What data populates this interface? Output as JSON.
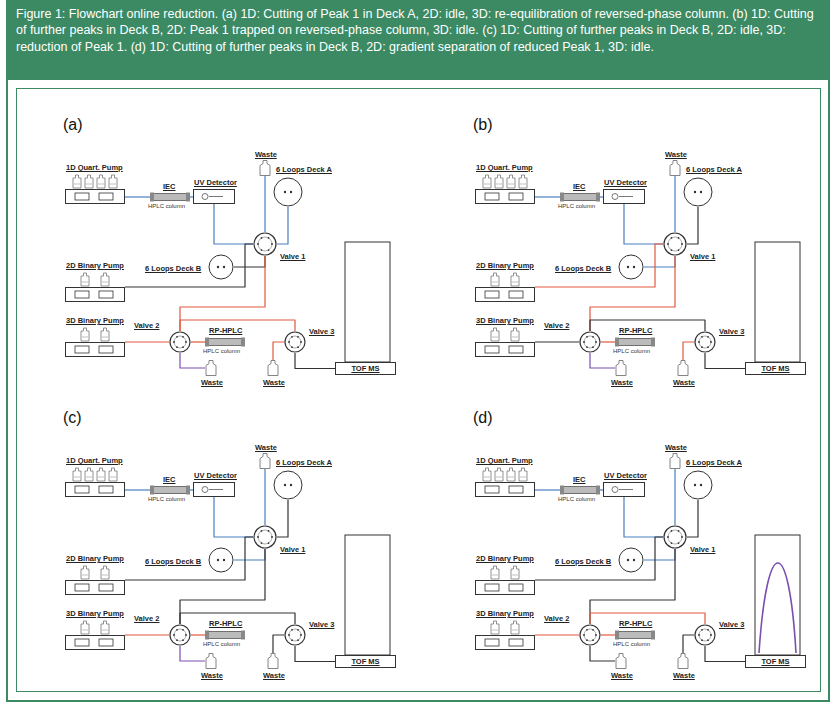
{
  "diagram": {
    "caption": "Figure 1: Flowchart online reduction. (a) 1D: Cutting of Peak 1 in Deck A, 2D: idle, 3D: re-equilibration of reversed-phase column. (b) 1D: Cutting of further peaks in Deck B, 2D: Peak 1 trapped on reversed-phase column, 3D: idle. (c) 1D: Cutting of further peaks in Deck B, 2D: idle, 3D: reduction of Peak 1. (d) 1D: Cutting of further peaks in Deck B, 2D: gradient separation of reduced Peak 1, 3D: idle.",
    "nodes": [
      {
        "text": [
          "1D Quart. Pump"
        ]
      },
      {
        "text": [
          "IEC",
          "HPLC column"
        ]
      },
      {
        "text": [
          "UV Detector"
        ]
      },
      {
        "text": [
          "Waste"
        ]
      },
      {
        "text": [
          "6 Loops Deck A"
        ]
      },
      {
        "text": [
          "6 Loops Deck B"
        ]
      },
      {
        "text": [
          "Valve 1"
        ]
      },
      {
        "text": [
          "2D Binary Pump"
        ]
      },
      {
        "text": [
          "3D Binary Pump"
        ]
      },
      {
        "text": [
          "Valve 2"
        ]
      },
      {
        "text": [
          "RP-HPLC",
          "HPLC column"
        ]
      },
      {
        "text": [
          "Waste"
        ]
      },
      {
        "text": [
          "Valve 3"
        ]
      },
      {
        "text": [
          "Waste"
        ]
      },
      {
        "text": [
          "TOF MS"
        ]
      },
      {
        "text": [
          "1D Quart. Pump"
        ]
      },
      {
        "text": [
          "IEC",
          "HPLC column"
        ]
      },
      {
        "text": [
          "UV Detector"
        ]
      },
      {
        "text": [
          "Waste"
        ]
      },
      {
        "text": [
          "6 Loops Deck A"
        ]
      },
      {
        "text": [
          "6 Loops Deck B"
        ]
      },
      {
        "text": [
          "Valve 1"
        ]
      },
      {
        "text": [
          "2D Binary Pump"
        ]
      },
      {
        "text": [
          "3D Binary Pump"
        ]
      },
      {
        "text": [
          "Valve 2"
        ]
      },
      {
        "text": [
          "RP-HPLC",
          "HPLC column"
        ]
      },
      {
        "text": [
          "Waste"
        ]
      },
      {
        "text": [
          "Valve 3"
        ]
      },
      {
        "text": [
          "Waste"
        ]
      },
      {
        "text": [
          "TOF MS"
        ]
      },
      {
        "text": [
          "1D Quart. Pump"
        ]
      },
      {
        "text": [
          "IEC",
          "HPLC column"
        ]
      },
      {
        "text": [
          "UV Detector"
        ]
      },
      {
        "text": [
          "Waste"
        ]
      },
      {
        "text": [
          "6 Loops Deck A"
        ]
      },
      {
        "text": [
          "6 Loops Deck B"
        ]
      },
      {
        "text": [
          "Valve 1"
        ]
      },
      {
        "text": [
          "2D Binary Pump"
        ]
      },
      {
        "text": [
          "3D Binary Pump"
        ]
      },
      {
        "text": [
          "Valve 2"
        ]
      },
      {
        "text": [
          "RP-HPLC",
          "HPLC column"
        ]
      },
      {
        "text": [
          "Waste"
        ]
      },
      {
        "text": [
          "Valve 3"
        ]
      },
      {
        "text": [
          "Waste"
        ]
      },
      {
        "text": [
          "TOF MS"
        ]
      },
      {
        "text": [
          "1D Quart. Pump"
        ]
      },
      {
        "text": [
          "IEC",
          "HPLC column"
        ]
      },
      {
        "text": [
          "UV Detector"
        ]
      },
      {
        "text": [
          "Waste"
        ]
      },
      {
        "text": [
          "6 Loops Deck A"
        ]
      },
      {
        "text": [
          "6 Loops Deck B"
        ]
      },
      {
        "text": [
          "Valve 1"
        ]
      },
      {
        "text": [
          "2D Binary Pump"
        ]
      },
      {
        "text": [
          "3D Binary Pump"
        ]
      },
      {
        "text": [
          "Valve 2"
        ]
      },
      {
        "text": [
          "RP-HPLC",
          "HPLC column"
        ]
      },
      {
        "text": [
          "Waste"
        ]
      },
      {
        "text": [
          "Valve 3"
        ]
      },
      {
        "text": [
          "Waste"
        ]
      },
      {
        "text": [
          "TOF MS"
        ]
      }
    ],
    "edges": [
      {
        "from": 0,
        "to": 1,
        "arrow": "none"
      },
      {
        "from": 1,
        "to": 2,
        "arrow": "none"
      },
      {
        "from": 2,
        "to": 6,
        "arrow": "none"
      },
      {
        "from": 6,
        "to": 3,
        "arrow": "none"
      },
      {
        "from": 6,
        "to": 4,
        "arrow": "none"
      },
      {
        "from": 6,
        "to": 5,
        "arrow": "none"
      },
      {
        "from": 7,
        "to": 6,
        "arrow": "none"
      },
      {
        "from": 8,
        "to": 9,
        "arrow": "none"
      },
      {
        "from": 6,
        "to": 9,
        "arrow": "none"
      },
      {
        "from": 9,
        "to": 10,
        "arrow": "none"
      },
      {
        "from": 9,
        "to": 11,
        "arrow": "none"
      },
      {
        "from": 9,
        "to": 12,
        "arrow": "none"
      },
      {
        "from": 12,
        "to": 14,
        "arrow": "none"
      },
      {
        "from": 12,
        "to": 13,
        "arrow": "none"
      },
      {
        "from": 15,
        "to": 16,
        "arrow": "none"
      },
      {
        "from": 16,
        "to": 17,
        "arrow": "none"
      },
      {
        "from": 17,
        "to": 21,
        "arrow": "none"
      },
      {
        "from": 21,
        "to": 18,
        "arrow": "none"
      },
      {
        "from": 21,
        "to": 19,
        "arrow": "none"
      },
      {
        "from": 21,
        "to": 20,
        "arrow": "none"
      },
      {
        "from": 22,
        "to": 21,
        "arrow": "none"
      },
      {
        "from": 23,
        "to": 24,
        "arrow": "none"
      },
      {
        "from": 21,
        "to": 24,
        "arrow": "none"
      },
      {
        "from": 24,
        "to": 25,
        "arrow": "none"
      },
      {
        "from": 24,
        "to": 26,
        "arrow": "none"
      },
      {
        "from": 24,
        "to": 27,
        "arrow": "none"
      },
      {
        "from": 27,
        "to": 29,
        "arrow": "none"
      },
      {
        "from": 27,
        "to": 28,
        "arrow": "none"
      },
      {
        "from": 30,
        "to": 31,
        "arrow": "none"
      },
      {
        "from": 31,
        "to": 32,
        "arrow": "none"
      },
      {
        "from": 32,
        "to": 36,
        "arrow": "none"
      },
      {
        "from": 36,
        "to": 33,
        "arrow": "none"
      },
      {
        "from": 36,
        "to": 34,
        "arrow": "none"
      },
      {
        "from": 36,
        "to": 35,
        "arrow": "none"
      },
      {
        "from": 37,
        "to": 36,
        "arrow": "none"
      },
      {
        "from": 38,
        "to": 39,
        "arrow": "none"
      },
      {
        "from": 36,
        "to": 39,
        "arrow": "none"
      },
      {
        "from": 39,
        "to": 40,
        "arrow": "none"
      },
      {
        "from": 39,
        "to": 41,
        "arrow": "none"
      },
      {
        "from": 39,
        "to": 42,
        "arrow": "none"
      },
      {
        "from": 42,
        "to": 44,
        "arrow": "none"
      },
      {
        "from": 42,
        "to": 43,
        "arrow": "none"
      },
      {
        "from": 45,
        "to": 46,
        "arrow": "none"
      },
      {
        "from": 46,
        "to": 47,
        "arrow": "none"
      },
      {
        "from": 47,
        "to": 51,
        "arrow": "none"
      },
      {
        "from": 51,
        "to": 48,
        "arrow": "none"
      },
      {
        "from": 51,
        "to": 49,
        "arrow": "none"
      },
      {
        "from": 51,
        "to": 50,
        "arrow": "none"
      },
      {
        "from": 52,
        "to": 51,
        "arrow": "none"
      },
      {
        "from": 53,
        "to": 54,
        "arrow": "none"
      },
      {
        "from": 51,
        "to": 54,
        "arrow": "none"
      },
      {
        "from": 54,
        "to": 55,
        "arrow": "none"
      },
      {
        "from": 54,
        "to": 56,
        "arrow": "none"
      },
      {
        "from": 54,
        "to": 57,
        "arrow": "none"
      },
      {
        "from": 57,
        "to": 59,
        "arrow": "none"
      },
      {
        "from": 57,
        "to": 58,
        "arrow": "none"
      }
    ],
    "labels": [
      "(a)",
      "(b)",
      "(c)",
      "(d)"
    ]
  }
}
